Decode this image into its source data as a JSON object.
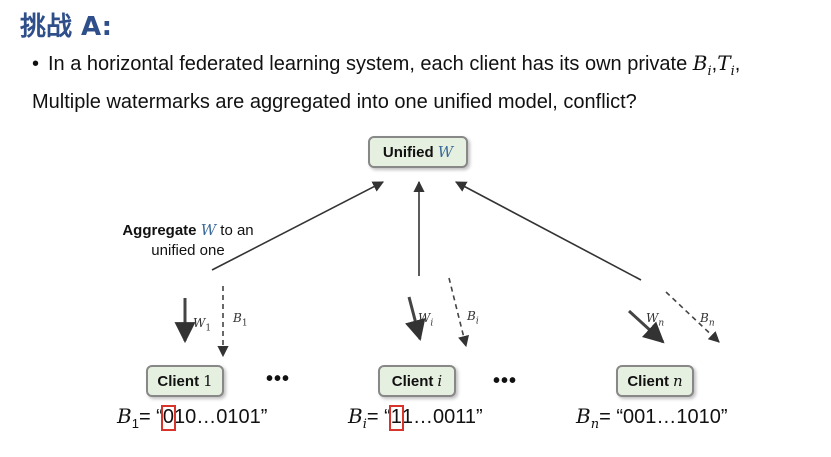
{
  "title": "挑战 A:",
  "bullet": {
    "text": "In a horizontal federated learning system, each client has its own private ",
    "line2": "Multiple watermarks are aggregated into one unified model,  conflict?",
    "b": "B",
    "b_sub": "i",
    "comma": ",",
    "t": "T",
    "t_sub": "i",
    "trailing": ","
  },
  "unified": {
    "label": "Unified",
    "var": "W"
  },
  "aggregate": {
    "bold": "Aggregate",
    "var": "W",
    "rest": "to an",
    "line2": "unified one"
  },
  "clients": [
    {
      "label": "Client",
      "index": "1"
    },
    {
      "label": "Client",
      "index": "i"
    },
    {
      "label": "Client",
      "index": "n"
    }
  ],
  "ellipsis": [
    "•••",
    "•••"
  ],
  "labels": {
    "w1": {
      "base": "W",
      "sub": "1"
    },
    "b1": {
      "base": "B",
      "sub": "1"
    },
    "wi": {
      "base": "W",
      "sub": "i"
    },
    "bi": {
      "base": "B",
      "sub": "i"
    },
    "wn": {
      "base": "W",
      "sub": "n"
    },
    "bn": {
      "base": "B",
      "sub": "n"
    }
  },
  "strings": [
    {
      "var": "B",
      "sub": "1",
      "eq": "= “",
      "highlight": "0",
      "rest": "10…0101”"
    },
    {
      "var": "B",
      "sub": "i",
      "eq": "= “",
      "highlight": "1",
      "rest": "1…0011”"
    },
    {
      "var": "B",
      "sub": "n",
      "eq": "= “",
      "highlight": "",
      "rest": "001…1010”"
    }
  ],
  "colors": {
    "title": "#2f4f8a",
    "box_fill": "#e6f0e0",
    "highlight": "#d9342b",
    "arrow": "#333333"
  }
}
